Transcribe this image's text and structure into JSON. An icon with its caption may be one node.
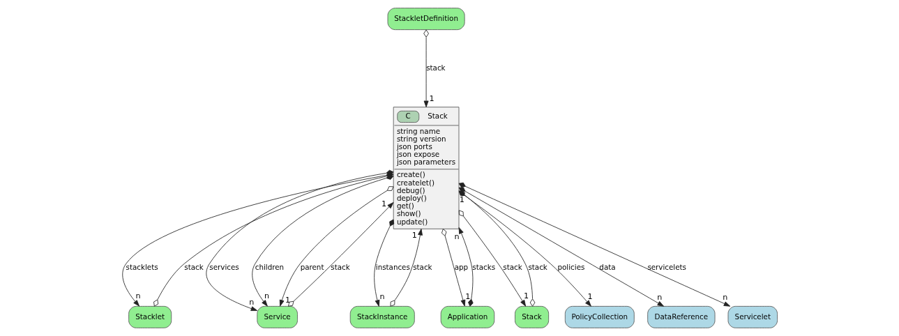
{
  "diagram": {
    "nodes": [
      {
        "text": [
          "StackletDefinition"
        ]
      },
      {
        "text": [
          "C",
          "Stack",
          "string name string version json ports json expose json parameters",
          "create() createlet() debug() deploy() get() show() update()"
        ]
      },
      {
        "text": [
          "Stacklet"
        ]
      },
      {
        "text": [
          "Service"
        ]
      },
      {
        "text": [
          "StackInstance"
        ]
      },
      {
        "text": [
          "Application"
        ]
      },
      {
        "text": [
          "Stack"
        ]
      },
      {
        "text": [
          "PolicyCollection"
        ]
      },
      {
        "text": [
          "DataReference"
        ]
      },
      {
        "text": [
          "Servicelet"
        ]
      }
    ],
    "edges": [
      {
        "from": 0,
        "to": 1,
        "arrow": "to",
        "label": "stack"
      },
      {
        "from": 1,
        "to": 2,
        "arrow": "to",
        "label": "stacklets"
      },
      {
        "from": 2,
        "to": 1,
        "arrow": "other",
        "label": "stack"
      },
      {
        "from": 1,
        "to": 3,
        "arrow": "to",
        "label": "services"
      },
      {
        "from": 1,
        "to": 3,
        "arrow": "to",
        "label": "children"
      },
      {
        "from": 1,
        "to": 3,
        "arrow": "to",
        "label": "parent"
      },
      {
        "from": 3,
        "to": 1,
        "arrow": "to",
        "label": "stack"
      },
      {
        "from": 1,
        "to": 4,
        "arrow": "to",
        "label": "instances"
      },
      {
        "from": 4,
        "to": 1,
        "arrow": "to",
        "label": "stack"
      },
      {
        "from": 1,
        "to": 5,
        "arrow": "to",
        "label": "app"
      },
      {
        "from": 5,
        "to": 1,
        "arrow": "to",
        "label": "stacks"
      },
      {
        "from": 1,
        "to": 6,
        "arrow": "to",
        "label": "stack"
      },
      {
        "from": 6,
        "to": 1,
        "arrow": "to",
        "label": "stack"
      },
      {
        "from": 1,
        "to": 7,
        "arrow": "to",
        "label": "policies"
      },
      {
        "from": 1,
        "to": 8,
        "arrow": "to",
        "label": "data"
      },
      {
        "from": 1,
        "to": 9,
        "arrow": "to",
        "label": "servicelets"
      }
    ],
    "labels": [
      "1",
      "n",
      "n",
      "n",
      "1",
      "1",
      "n",
      "1",
      "1",
      "n",
      "1",
      "1",
      "1",
      "n",
      "n"
    ]
  }
}
